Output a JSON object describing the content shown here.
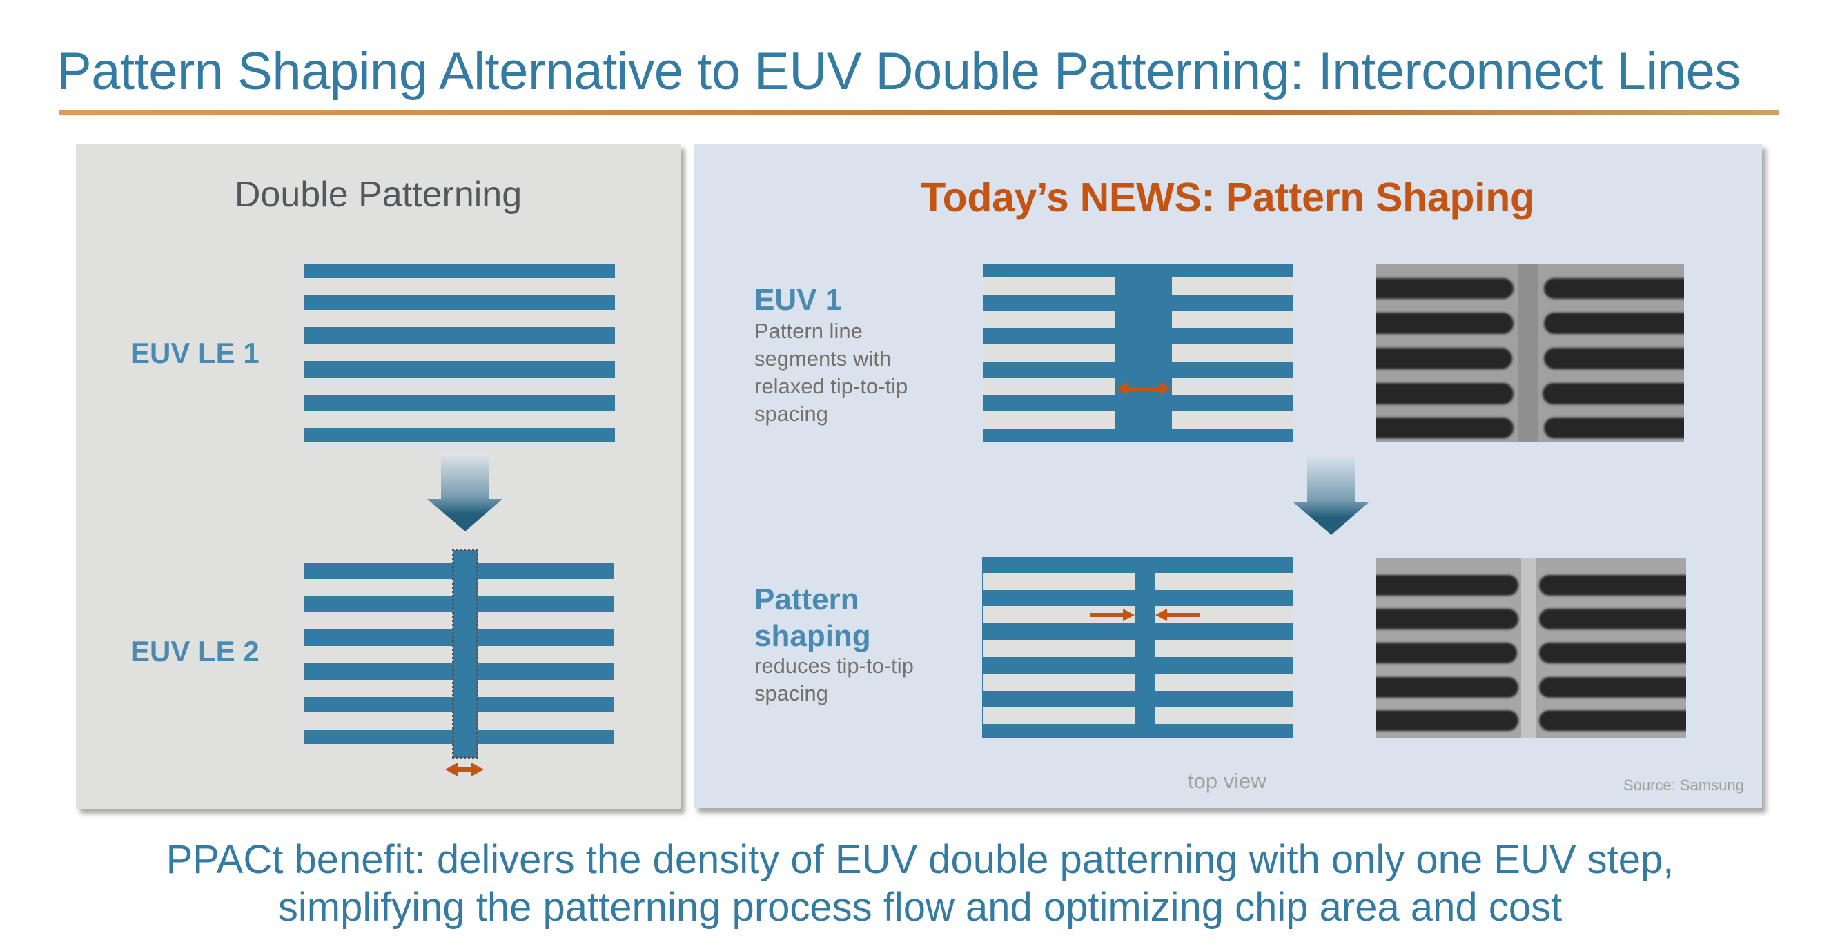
{
  "slide": {
    "title": "Pattern Shaping Alternative to EUV Double Patterning: Interconnect Lines",
    "colors": {
      "accent_blue": "#337ba3",
      "accent_orange": "#c55312",
      "rule_orange": "#c47d3f",
      "panel_left_bg": "#e0e0df",
      "panel_right_bg": "#dae3ed"
    }
  },
  "left_panel": {
    "heading": "Double Patterning",
    "step1_label": "EUV LE 1",
    "step2_label": "EUV LE 2",
    "arrow_icon": "down-arrow-icon",
    "dimension_icon": "double-arrow-icon"
  },
  "right_panel": {
    "heading": "Today’s NEWS: Pattern Shaping",
    "step1": {
      "label": "EUV 1",
      "description_lines": [
        "Pattern line",
        "segments with",
        "relaxed tip-to-tip",
        "spacing"
      ]
    },
    "step2": {
      "label_lines": [
        "Pattern",
        "shaping"
      ],
      "description_lines": [
        "reduces tip-to-tip",
        "spacing"
      ]
    },
    "view_caption": "top view",
    "source": "Source: Samsung"
  },
  "footer": {
    "line1": "PPACt benefit: delivers the density of EUV double patterning with only one EUV step,",
    "line2": "simplifying the patterning process flow and optimizing chip area and cost"
  }
}
